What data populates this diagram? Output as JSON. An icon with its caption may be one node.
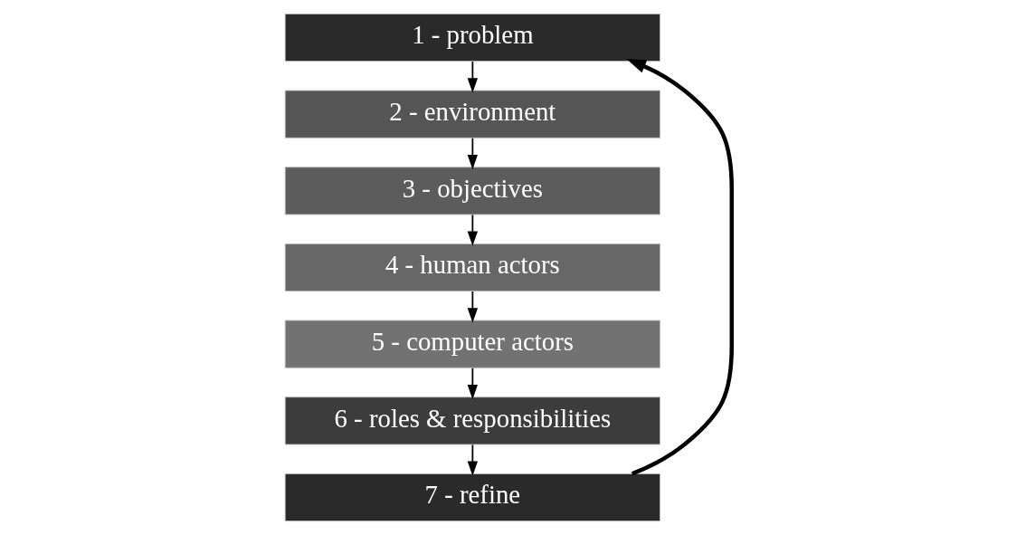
{
  "diagram": {
    "nodes": [
      {
        "text": [
          "1 - problem"
        ]
      },
      {
        "text": [
          "2 - environment"
        ]
      },
      {
        "text": [
          "3 - objectives"
        ]
      },
      {
        "text": [
          "4 - human actors"
        ]
      },
      {
        "text": [
          "5 - computer actors"
        ]
      },
      {
        "text": [
          "6 - roles & responsibilities"
        ]
      },
      {
        "text": [
          "7 - refine"
        ]
      }
    ],
    "edges": [
      {
        "from": 0,
        "to": 1,
        "arrow": "to"
      },
      {
        "from": 1,
        "to": 2,
        "arrow": "to"
      },
      {
        "from": 2,
        "to": 3,
        "arrow": "to"
      },
      {
        "from": 3,
        "to": 4,
        "arrow": "to"
      },
      {
        "from": 4,
        "to": 5,
        "arrow": "to"
      },
      {
        "from": 5,
        "to": 6,
        "arrow": "to"
      },
      {
        "from": 6,
        "to": 0,
        "arrow": "to",
        "style": "thick"
      }
    ]
  }
}
